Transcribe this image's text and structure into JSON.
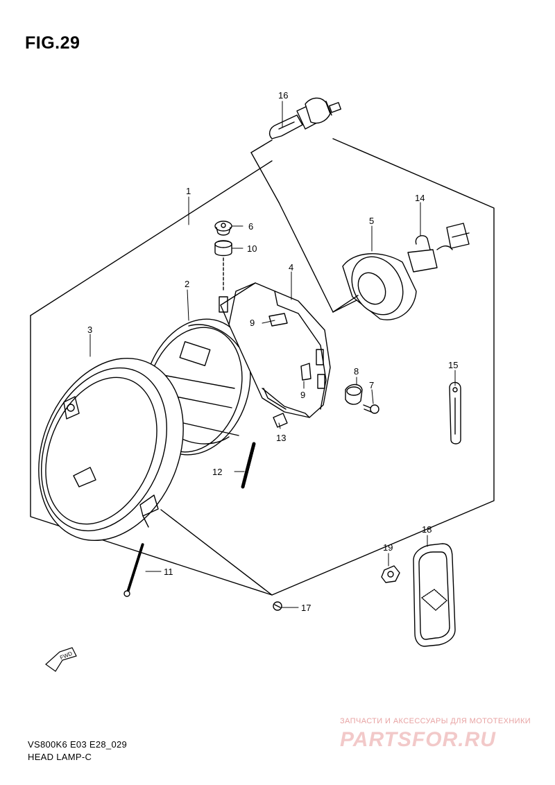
{
  "figure": {
    "title": "FIG.29",
    "model_code": "VS800K6 E03 E28_029",
    "section_name": "HEAD LAMP-C",
    "fwd_label": "FWD"
  },
  "parts": [
    {
      "ref": "1"
    },
    {
      "ref": "2"
    },
    {
      "ref": "3"
    },
    {
      "ref": "4"
    },
    {
      "ref": "5"
    },
    {
      "ref": "6"
    },
    {
      "ref": "7"
    },
    {
      "ref": "8"
    },
    {
      "ref": "9"
    },
    {
      "ref": "9"
    },
    {
      "ref": "10"
    },
    {
      "ref": "11"
    },
    {
      "ref": "12"
    },
    {
      "ref": "13"
    },
    {
      "ref": "14"
    },
    {
      "ref": "15"
    },
    {
      "ref": "16"
    },
    {
      "ref": "17"
    },
    {
      "ref": "18"
    },
    {
      "ref": "19"
    }
  ],
  "watermark": {
    "tagline": "ЗАПЧАСТИ И АКСЕССУАРЫ ДЛЯ МОТОТЕХНИКИ",
    "logo": "PARTSFOR.RU"
  }
}
